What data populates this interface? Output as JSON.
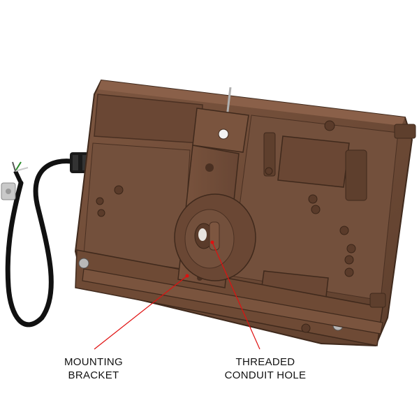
{
  "colors": {
    "housing": "#6e4a35",
    "housing_dark": "#4a3022",
    "housing_light": "#8a6049",
    "cable": "#111111",
    "callout_line": "#e01010",
    "background": "#ffffff"
  },
  "callouts": {
    "mounting_bracket": {
      "line1": "MOUNTING",
      "line2": "BRACKET"
    },
    "conduit_hole": {
      "line1": "THREADED",
      "line2": "CONDUIT HOLE"
    }
  }
}
